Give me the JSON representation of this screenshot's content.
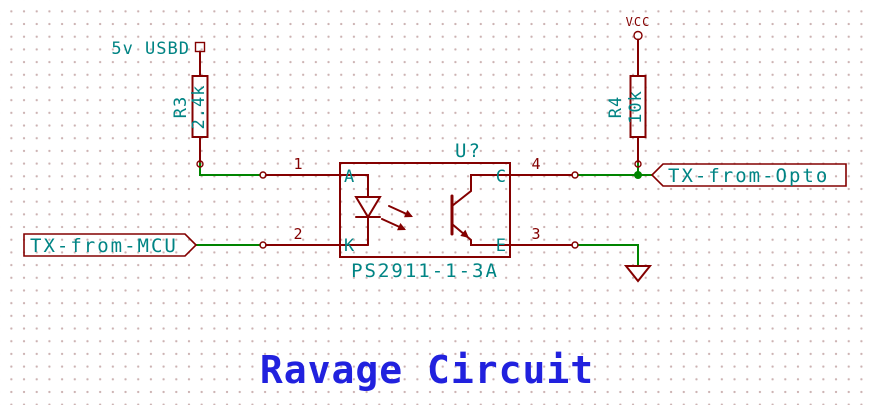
{
  "sheet": {
    "title": "Ravage Circuit"
  },
  "nets": {
    "power_label": "5v USBD",
    "vcc": "VCC",
    "hier_label_left": "TX-from-MCU",
    "hier_label_right": "TX-from-Opto"
  },
  "components": {
    "r3": {
      "ref": "R3",
      "value": "2.4k"
    },
    "r4": {
      "ref": "R4",
      "value": "10k"
    },
    "u1": {
      "ref": "U?",
      "value": "PS2911-1-3A",
      "pins": {
        "p1": {
          "number": "1",
          "name": "A"
        },
        "p2": {
          "number": "2",
          "name": "K"
        },
        "p3": {
          "number": "3",
          "name": "E"
        },
        "p4": {
          "number": "4",
          "name": "C"
        }
      }
    }
  },
  "colors": {
    "wire": "#008400",
    "device_outline": "#840000",
    "field_text": "#008484",
    "title_text": "#2121de",
    "grid_dot": "#ccb2b2",
    "background": "#ffffff"
  }
}
